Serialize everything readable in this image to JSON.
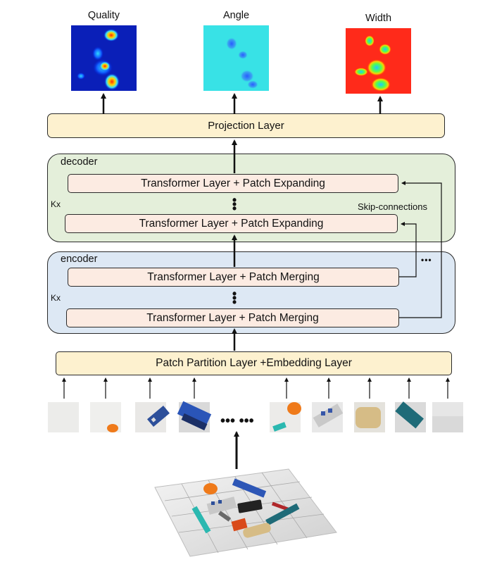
{
  "outputs": [
    {
      "label": "Quality",
      "colormap": "jet-blue"
    },
    {
      "label": "Angle",
      "colormap": "jet-cyan"
    },
    {
      "label": "Width",
      "colormap": "jet-red"
    }
  ],
  "projection_layer": "Projection Layer",
  "decoder": {
    "label": "decoder",
    "repeat": "Kx",
    "layers": [
      "Transformer Layer + Patch Expanding",
      "Transformer Layer  + Patch Expanding"
    ]
  },
  "skip_connections": "Skip-connections",
  "ellipsis_right": "•••",
  "encoder": {
    "label": "encoder",
    "repeat": "Kx",
    "layers": [
      "Transformer Layer + Patch Merging",
      "Transformer Layer + Patch Merging"
    ]
  },
  "patch_layer": "Patch Partition Layer +Embedding Layer",
  "patch_ellipsis": "••• •••",
  "colors": {
    "projection_fill": "#fdf1cf",
    "decoder_fill": "#e4efda",
    "encoder_fill": "#dde8f4",
    "layer_fill": "#fcebe2",
    "line": "#2a2a2a"
  }
}
